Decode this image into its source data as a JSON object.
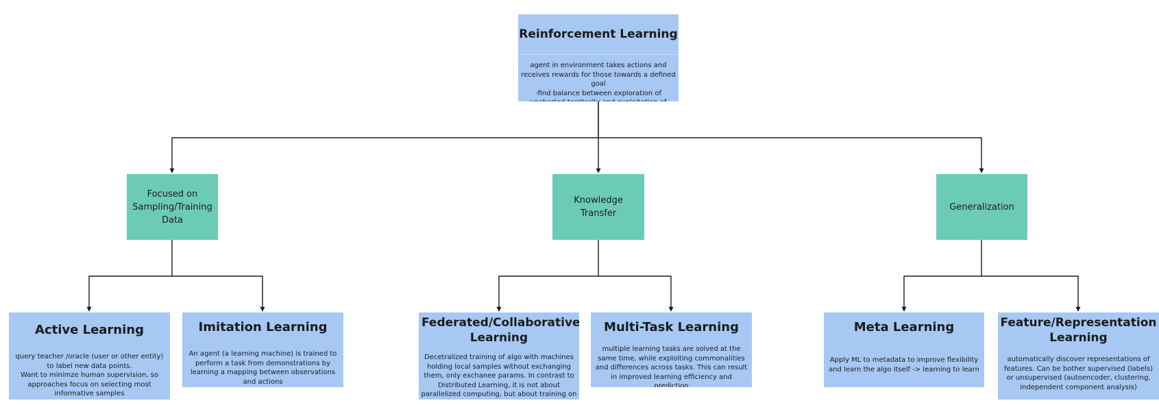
{
  "root": {
    "title": "Reinforcement Learning",
    "desc": "agent in environment takes actions and receives rewards for those towards a defined goal\n-find balance between exploration of uncharted territority and exploitation of current knowledge"
  },
  "categories": [
    {
      "label": "Focused on Sampling/Training Data"
    },
    {
      "label": "Knowledge Transfer"
    },
    {
      "label": "Generalization"
    }
  ],
  "leaves": [
    {
      "title": "Active Learning",
      "desc": "query teacher /oracle (user or other entity) to label new data points.\nWant to minimze human supervision, so approaches focus on selecting most informative samples"
    },
    {
      "title": "Imitation Learning",
      "desc": "An agent (a learning machine) is trained to perform a task from demonstrations by learning a mapping between observations and actions"
    },
    {
      "title": "Federated/Collaborative Learning",
      "desc": "Decetralized training of algo with machines holding local samples without exchanging them, only exchanee params. In contrast to Distributed Learning, it is not about parallelized computing, but about training on heterogeneous data"
    },
    {
      "title": "Multi-Task Learning",
      "desc": "multiple learning tasks are solved at the same time, while exploiting commonalities and differences across tasks. This can result in improved  learning efficiency and prediction"
    },
    {
      "title": "Meta Learning",
      "desc": "Apply ML to metadata to improve flexibility and learn the algo itself -> learning to learn"
    },
    {
      "title": "Feature/Representation Learning",
      "desc": "automatically discover representations of features. Can be bother supervised (labels) or unsupervised (autoencoder, clustering, independent component analysis)"
    }
  ],
  "colors": {
    "box": "#a6c8f3",
    "category": "#6ccbb6",
    "line": "#1b1b1b"
  }
}
